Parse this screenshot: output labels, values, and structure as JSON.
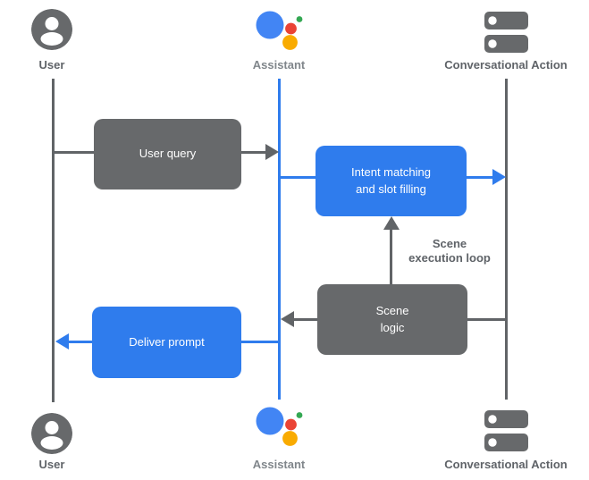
{
  "diagram": {
    "description": "Assistant conversational action sequence diagram",
    "actors": {
      "user_top": {
        "label": "User"
      },
      "assistant_top": {
        "label": "Assistant"
      },
      "action_top": {
        "label": "Conversational Action"
      },
      "user_bottom": {
        "label": "User"
      },
      "assistant_bottom": {
        "label": "Assistant"
      },
      "action_bottom": {
        "label": "Conversational Action"
      }
    },
    "nodes": {
      "user_query": {
        "label": "User query",
        "color": "#67696b"
      },
      "intent_matching": {
        "label": "Intent matching\nand slot filling",
        "color": "#2f7ced"
      },
      "scene_logic": {
        "label": "Scene\nlogic",
        "color": "#67696b"
      },
      "deliver_prompt": {
        "label": "Deliver prompt",
        "color": "#2f7ced"
      }
    },
    "annotations": {
      "scene_execution_loop": {
        "label": "Scene\nexecution loop"
      }
    },
    "colors": {
      "box_gray": "#67696b",
      "box_blue": "#2f7ced",
      "lifeline_gray": "#616467",
      "lifeline_blue": "#2f7ced",
      "label_dark": "#5f6368",
      "label_light": "#80868b",
      "assistant_logo_blue": "#4285f4",
      "assistant_logo_red": "#ea4335",
      "assistant_logo_yellow": "#f9ab00",
      "assistant_logo_green": "#34a853"
    }
  }
}
